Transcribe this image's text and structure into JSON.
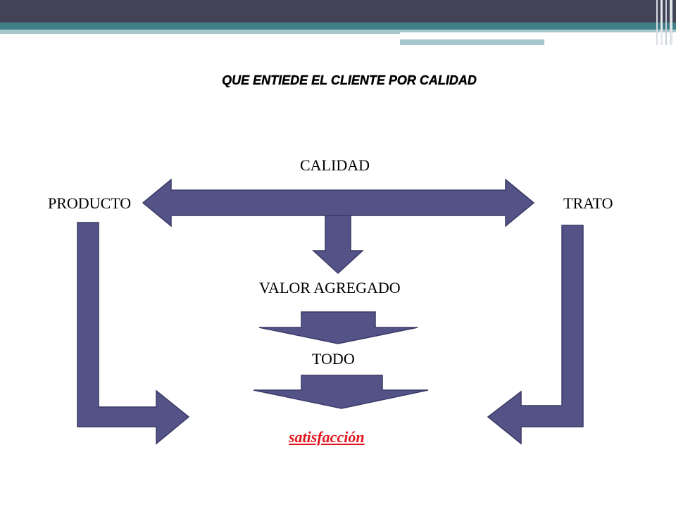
{
  "slide": {
    "title": "QUE ENTIEDE EL CLIENTE POR CALIDAD"
  },
  "diagram": {
    "top_label": "CALIDAD",
    "left_label": "PRODUCTO",
    "right_label": "TRATO",
    "middle_label": "VALOR AGREGADO",
    "lower_label": "TODO",
    "result_label": "satisfacción"
  },
  "colors": {
    "arrow_fill": "#545388",
    "arrow_stroke": "#3a3a66",
    "header_dark": "#434358",
    "header_teal": "#3f7f86",
    "header_light": "#a7c6cb",
    "result_text": "#e0141c"
  }
}
